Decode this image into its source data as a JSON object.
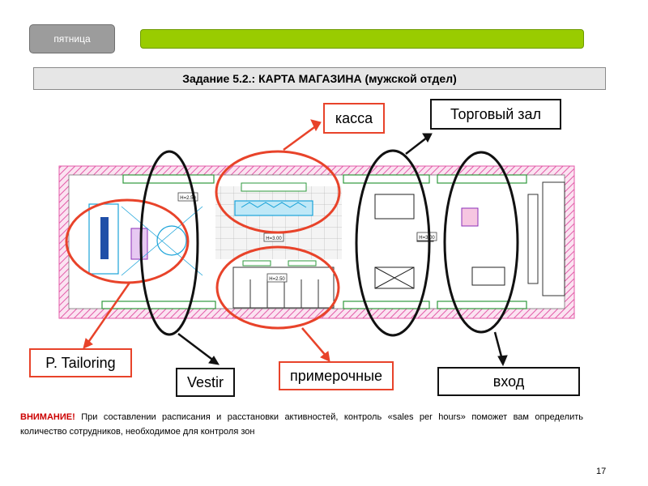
{
  "header": {
    "day_tab": "пятница",
    "title": "Задание 5.2.: КАРТА МАГАЗИНА (мужской отдел)"
  },
  "plan": {
    "zone_labels": {
      "kassa": "касса",
      "trade_hall": "Торговый зал",
      "tailoring": "P. Tailoring",
      "vestir": "Vestir",
      "fitting_rooms": "примерочные",
      "entrance": "вход"
    },
    "size_marks": [
      "H=2.50",
      "H=3.00",
      "H=2.50",
      "H=3.00"
    ],
    "colors": {
      "highlight_red": "#e8432a",
      "zone_outline_black": "#111111",
      "wall_pink": "#e35aa8",
      "fixture_green": "#2e9a3c",
      "fixture_cyan": "#1aa3d9"
    }
  },
  "note": {
    "warning_label": "ВНИМАНИЕ!",
    "text": "При составлении расписания и расстановки активностей, контроль «sales per hours» поможет вам определить количество сотрудников, необходимое для контроля зон"
  },
  "page_number": "17"
}
